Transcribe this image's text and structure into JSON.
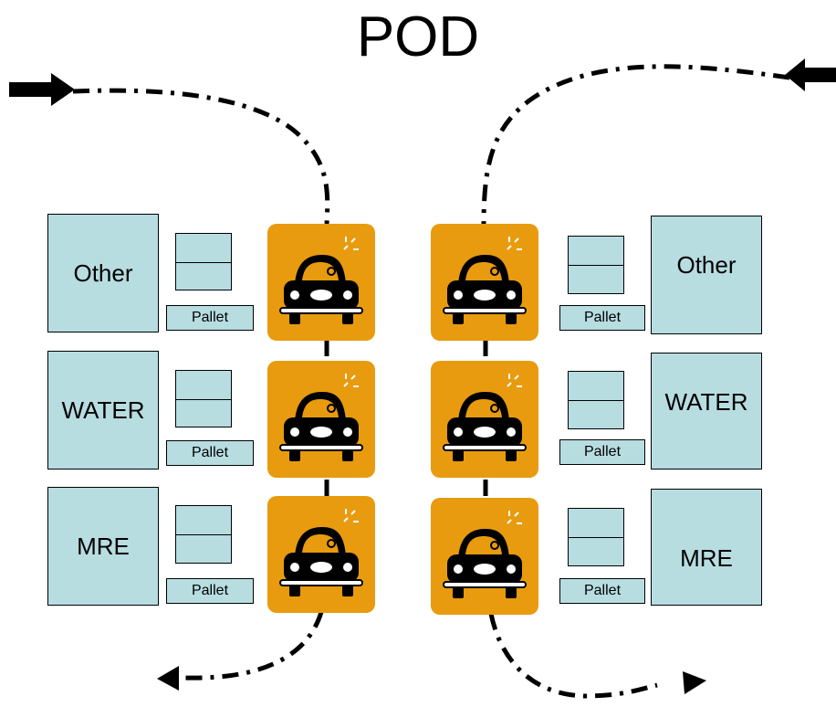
{
  "title": "POD",
  "left_column": {
    "rows": [
      {
        "label": "Other",
        "pallet": "Pallet"
      },
      {
        "label": "WATER",
        "pallet": "Pallet"
      },
      {
        "label": "MRE",
        "pallet": "Pallet"
      }
    ]
  },
  "right_column": {
    "rows": [
      {
        "label": "Other",
        "pallet": "Pallet"
      },
      {
        "label": "WATER",
        "pallet": "Pallet"
      },
      {
        "label": "MRE",
        "pallet": "Pallet"
      }
    ]
  },
  "colors": {
    "box_fill": "#b7dde1",
    "car_tile": "#e89b0e",
    "line": "#000000"
  },
  "icons": {
    "vehicle": "car-icon",
    "flow_arrow": "arrow-icon"
  }
}
